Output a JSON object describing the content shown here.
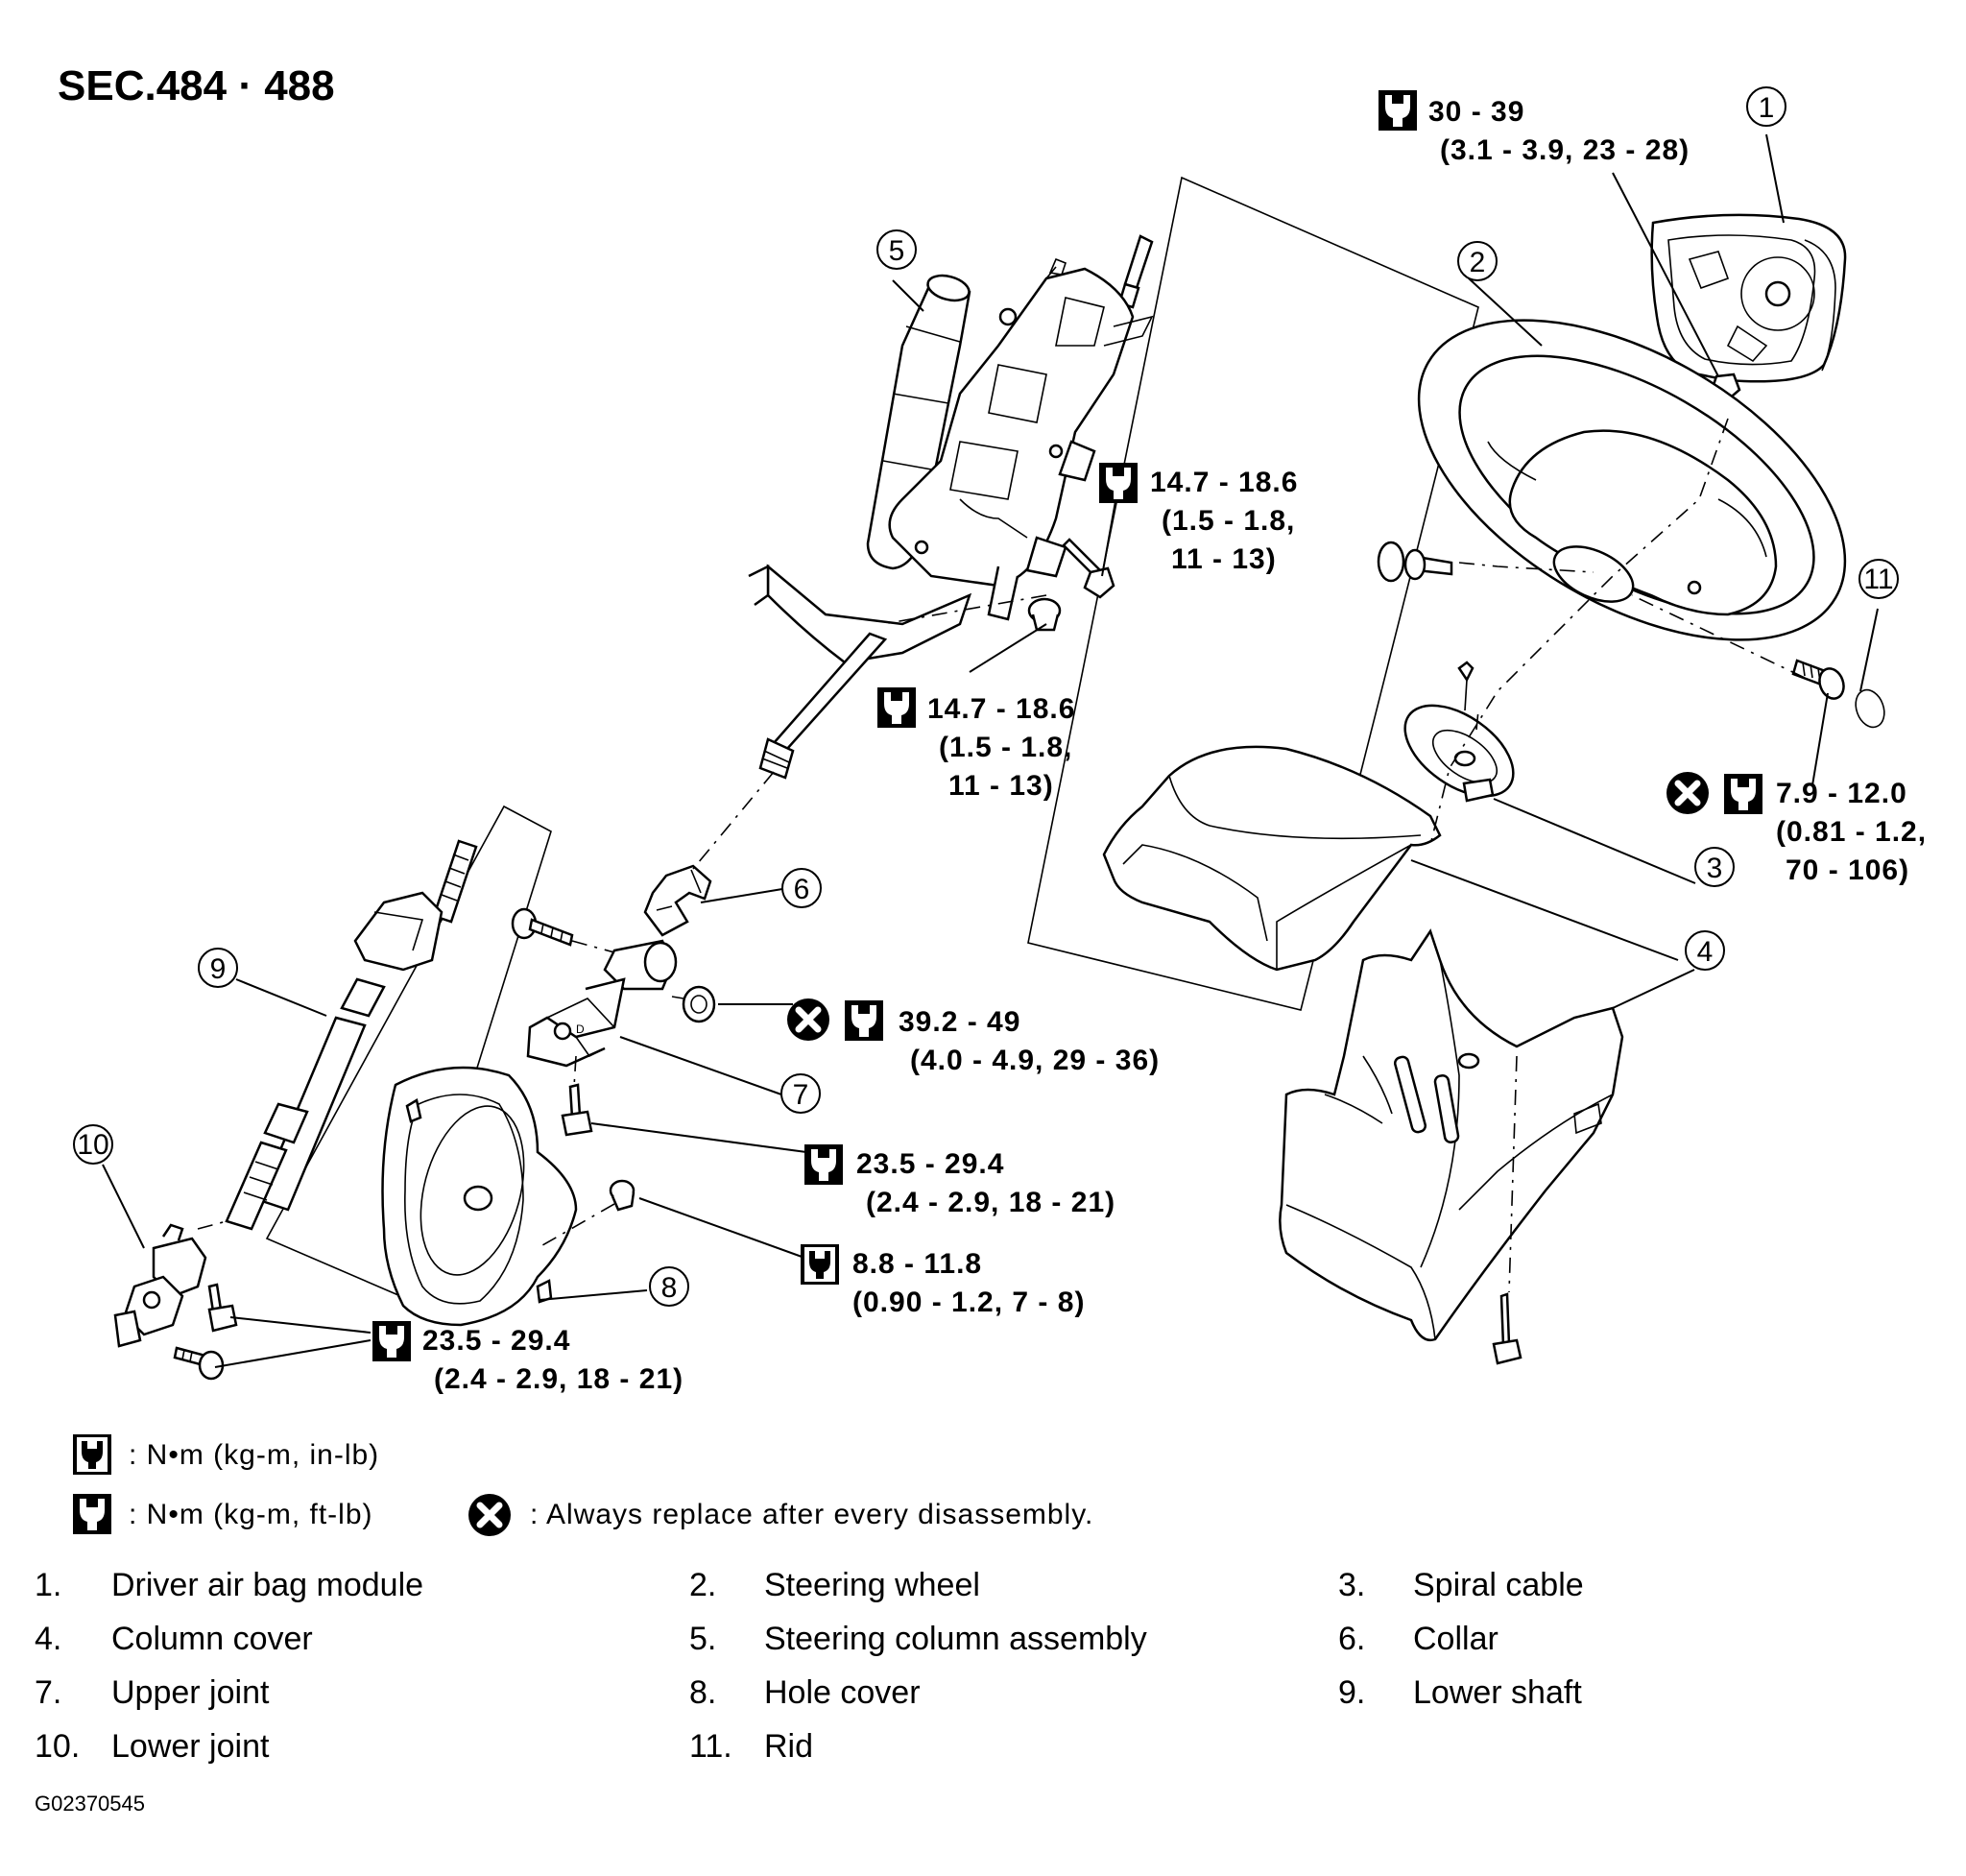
{
  "header": {
    "section": "SEC.484 · 488"
  },
  "callouts": [
    "1",
    "2",
    "3",
    "4",
    "5",
    "6",
    "7",
    "8",
    "9",
    "10",
    "11"
  ],
  "torques": {
    "t_airbag": {
      "value": "30 - 39",
      "sub": "(3.1 - 3.9, 23 - 28)"
    },
    "t_column_upper": {
      "value": "14.7 - 18.6",
      "sub1": "(1.5 - 1.8,",
      "sub2": "11 - 13)"
    },
    "t_column_lower": {
      "value": "14.7 - 18.6",
      "sub1": "(1.5 - 1.8,",
      "sub2": "11 - 13)"
    },
    "t_wheel": {
      "value": "7.9 - 12.0",
      "sub1": "(0.81 - 1.2,",
      "sub2": "70 - 106)"
    },
    "t_upper_joint_nut": {
      "value": "39.2 - 49",
      "sub": "(4.0 - 4.9, 29 - 36)"
    },
    "t_upper_joint_bolt": {
      "value": "23.5 - 29.4",
      "sub": "(2.4 - 2.9, 18 - 21)"
    },
    "t_hole_cover": {
      "value": "8.8 - 11.8",
      "sub": "(0.90 - 1.2, 7 - 8)"
    },
    "t_lower_joint": {
      "value": "23.5 - 29.4",
      "sub": "(2.4 - 2.9, 18 - 21)"
    }
  },
  "legend": {
    "inlb": ": N•m (kg-m, in-lb)",
    "ftlb": ": N•m (kg-m, ft-lb)",
    "replace": ": Always replace after every disassembly."
  },
  "parts": [
    {
      "num": "1.",
      "name": "Driver air bag module"
    },
    {
      "num": "2.",
      "name": "Steering wheel"
    },
    {
      "num": "3.",
      "name": "Spiral cable"
    },
    {
      "num": "4.",
      "name": "Column cover"
    },
    {
      "num": "5.",
      "name": "Steering column assembly"
    },
    {
      "num": "6.",
      "name": "Collar"
    },
    {
      "num": "7.",
      "name": "Upper joint"
    },
    {
      "num": "8.",
      "name": "Hole cover"
    },
    {
      "num": "9.",
      "name": "Lower shaft"
    },
    {
      "num": "10.",
      "name": "Lower joint"
    },
    {
      "num": "11.",
      "name": "Rid"
    }
  ],
  "figure_id": "G02370545",
  "icons": {
    "torque_ftlb": "torque-wrench-ftlb-icon",
    "torque_inlb": "torque-wrench-inlb-icon",
    "replace": "always-replace-icon"
  }
}
